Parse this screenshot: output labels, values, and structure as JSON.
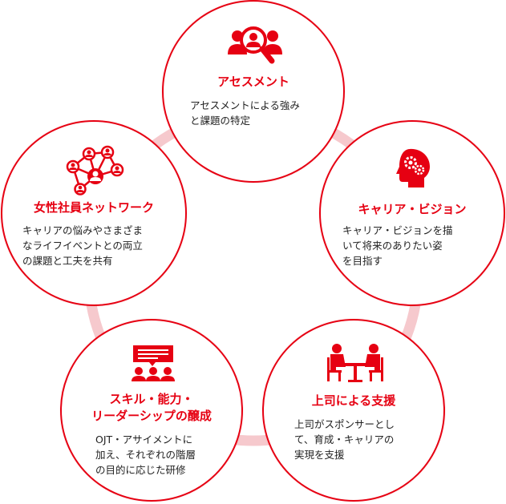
{
  "diagram": {
    "colors": {
      "accent": "#e60012",
      "connector": "#f6c9cd",
      "text": "#222222"
    },
    "nodes": [
      {
        "id": "assessment",
        "icon": "assessment-search-people-icon",
        "title": "アセスメント",
        "desc": "アセスメントによる強み\nと課題の特定"
      },
      {
        "id": "career-vision",
        "icon": "head-gears-icon",
        "title": "キャリア・ビジョン",
        "desc": "キャリア・ビジョンを描\nいて将来のありたい姿\nを目指す"
      },
      {
        "id": "boss-support",
        "icon": "meeting-table-icon",
        "title": "上司による支援",
        "desc": "上司がスポンサーとし\nて、育成・キャリアの\n実現を支援"
      },
      {
        "id": "skills-training",
        "icon": "presentation-audience-icon",
        "title": "スキル・能力・\nリーダーシップの醸成",
        "desc": "OJT・アサイメントに\n加え、それぞれの階層\nの目的に応じた研修"
      },
      {
        "id": "women-network",
        "icon": "network-people-icon",
        "title": "女性社員ネットワーク",
        "desc": "キャリアの悩みやさまざま\nなライフイベントとの両立\nの課題と工夫を共有"
      }
    ]
  }
}
